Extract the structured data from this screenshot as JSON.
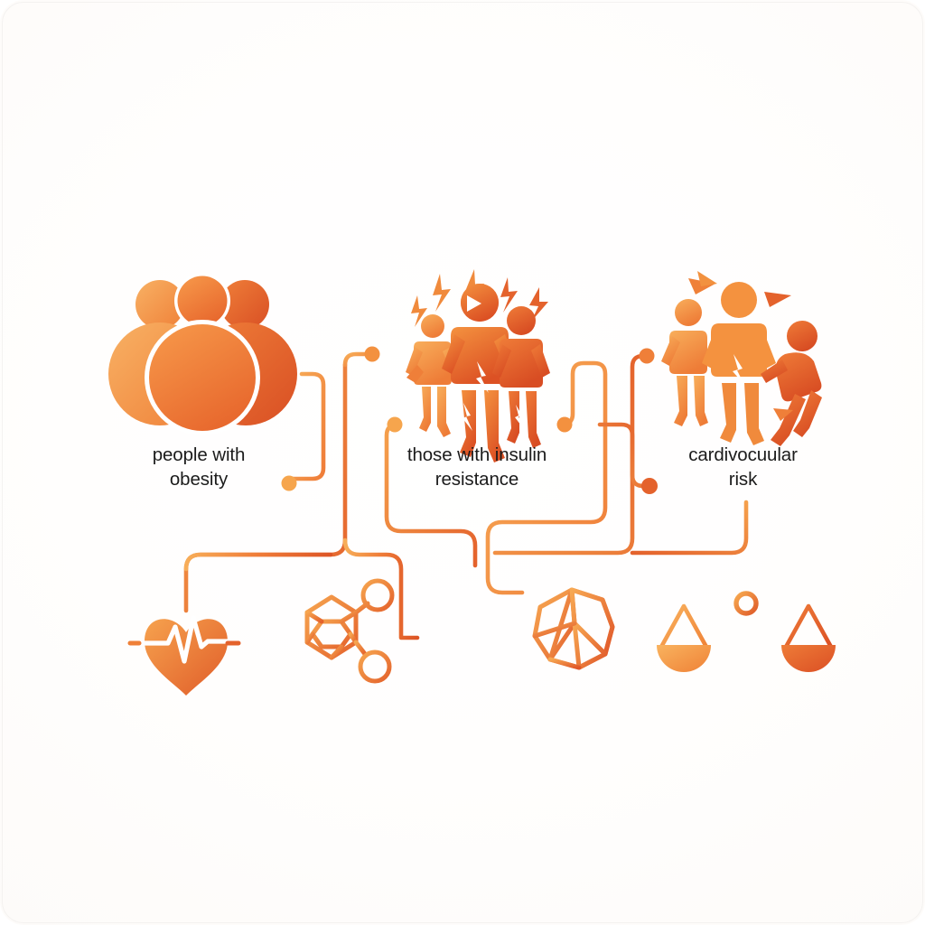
{
  "diagram": {
    "title": "obesity insulin resistance cardiovascular risk flow",
    "background_color": "#ffffff",
    "palette": {
      "orange_light": "#f6a54d",
      "orange_mid": "#f08a40",
      "orange": "#ee7a3a",
      "orange_deep": "#e4622c",
      "orange_dark": "#dc5526",
      "text": "#1b1b1b"
    }
  },
  "nodes": [
    {
      "id": "obesity",
      "label": "people with\nobesity",
      "icon": "group-of-people-icon",
      "icon_description": "three overlapping round figures representing obesity",
      "color_start": "#f7ab55",
      "color_end": "#dd5526"
    },
    {
      "id": "insulin",
      "label": "those with insulin\nresistance",
      "icon": "stressed-people-icon",
      "icon_description": "three standing figures with lightning bolts and cracks",
      "color_start": "#f6a54d",
      "color_end": "#dc5526"
    },
    {
      "id": "cardio",
      "label": "cardivocuular\nrisk",
      "icon": "falling-people-icon",
      "icon_description": "three leaning figures with fracture marks",
      "color_start": "#f6a54d",
      "color_end": "#dc5526"
    }
  ],
  "outcome_icons": [
    {
      "id": "heart-ecg",
      "name": "heart-ecg-icon",
      "description": "filled heart with white ECG pulse line"
    },
    {
      "id": "molecule",
      "name": "molecule-icon",
      "description": "hexagonal ring with two outlined node circles"
    },
    {
      "id": "cell-polygon",
      "name": "cell-polygon-icon",
      "description": "faceted polygon resembling a cell"
    },
    {
      "id": "balance-scale",
      "name": "balance-scale-icon",
      "description": "balance scale with two filled pans"
    }
  ],
  "connector_dots": [
    {
      "id": "dot-obesity-out",
      "color": "#f6a54d"
    },
    {
      "id": "dot-insulin-in-top",
      "color": "#f3913f"
    },
    {
      "id": "dot-insulin-left",
      "color": "#f6a54d"
    },
    {
      "id": "dot-insulin-right",
      "color": "#f3913f"
    },
    {
      "id": "dot-cardio-in-top",
      "color": "#ef7f39"
    },
    {
      "id": "dot-cardio-in",
      "color": "#e4622c"
    }
  ]
}
